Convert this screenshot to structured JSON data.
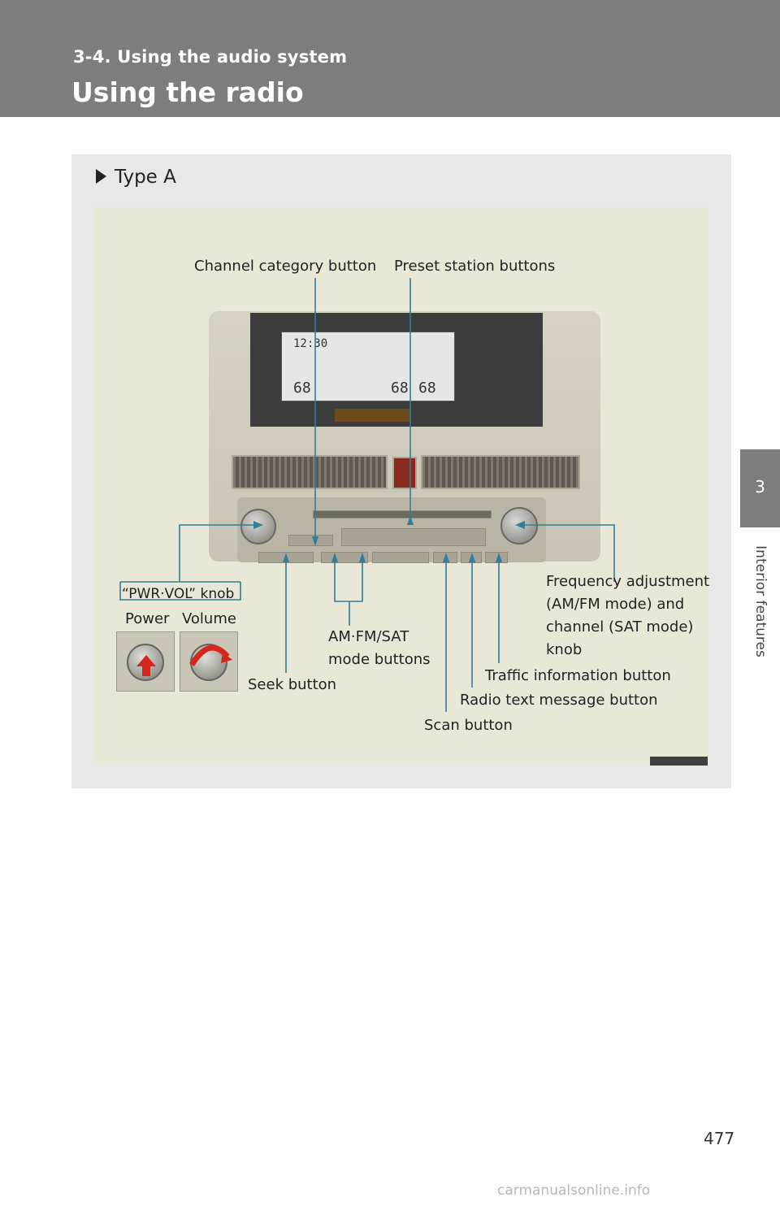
{
  "header": {
    "section": "3-4. Using the audio system",
    "title": "Using the radio"
  },
  "side_tab": {
    "chapter_number": "3",
    "chapter_title": "Interior features"
  },
  "panel": {
    "type_label": "Type A"
  },
  "callouts": {
    "channel_category": "Channel category button",
    "preset_station": "Preset station buttons",
    "pwr_vol_knob": "“PWR·VOL” knob",
    "power": "Power",
    "volume": "Volume",
    "freq_line1": "Frequency adjustment",
    "freq_line2": "(AM/FM mode) and",
    "freq_line3": "channel (SAT mode)",
    "freq_line4": "knob",
    "mode_line1": "AM·FM/SAT",
    "mode_line2": "mode buttons",
    "seek": "Seek button",
    "traffic": "Traffic information button",
    "radio_text": "Radio text message button",
    "scan": "Scan button"
  },
  "lcd": {
    "temp_left": "68",
    "temp_mid": "68",
    "temp_right": "68",
    "clock": "12:30"
  },
  "footer": {
    "page_number": "477",
    "watermark": "carmanualsonline.info"
  },
  "colors": {
    "header": "#7d7d7d",
    "leader_line": "#2f7f95",
    "figure_bg": "#e9e7d6",
    "panel_bg": "#e8e8e8"
  }
}
